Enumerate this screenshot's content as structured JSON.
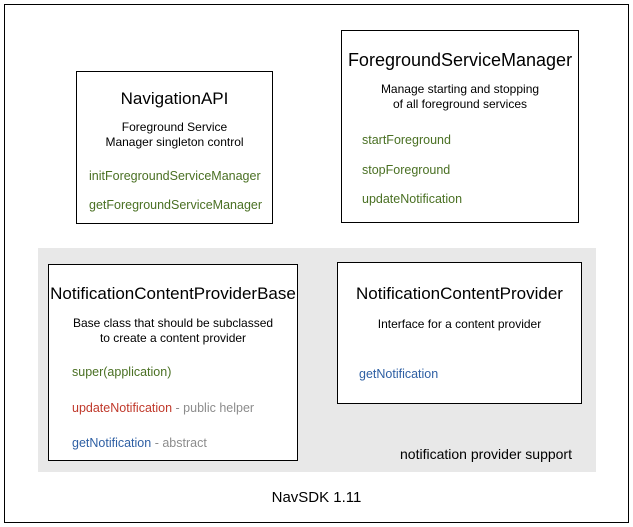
{
  "diagram": {
    "caption": "NavSDK 1.11",
    "group_panel": {
      "label": "notification provider support"
    },
    "colors": {
      "green": "#4a7023",
      "red": "#c0392b",
      "blue": "#2e5fa3",
      "note_gray": "#8c8c8c",
      "panel_gray": "#e8e8e8",
      "border": "#000000"
    },
    "boxes": [
      {
        "title": "NavigationAPI",
        "description": "Foreground Service\nManager singleton control",
        "description_lines": [
          "Foreground Service",
          "Manager singleton control"
        ],
        "members": [
          {
            "name": "initForegroundServiceManager",
            "color": "green",
            "note": ""
          },
          {
            "name": "getForegroundServiceManager",
            "color": "green",
            "note": ""
          }
        ]
      },
      {
        "title": "ForegroundServiceManager",
        "description": "Manage starting and stopping\nof all foreground services",
        "description_lines": [
          "Manage starting and stopping",
          "of all foreground services"
        ],
        "members": [
          {
            "name": "startForeground",
            "color": "green",
            "note": ""
          },
          {
            "name": "stopForeground",
            "color": "green",
            "note": ""
          },
          {
            "name": "updateNotification",
            "color": "green",
            "note": ""
          }
        ]
      },
      {
        "title": "NotificationContentProviderBase",
        "description": "Base class that should be subclassed\nto create a content provider",
        "description_lines": [
          "Base class that should be subclassed",
          "to create a content provider"
        ],
        "members": [
          {
            "name": "super(application)",
            "color": "green",
            "note": ""
          },
          {
            "name": "updateNotification",
            "color": "red",
            "note": " - public helper"
          },
          {
            "name": "getNotification",
            "color": "blue",
            "note": " - abstract"
          }
        ]
      },
      {
        "title": "NotificationContentProvider",
        "description": "Interface for a content provider",
        "description_lines": [
          "Interface for a content provider"
        ],
        "members": [
          {
            "name": "getNotification",
            "color": "blue",
            "note": ""
          }
        ]
      }
    ]
  }
}
